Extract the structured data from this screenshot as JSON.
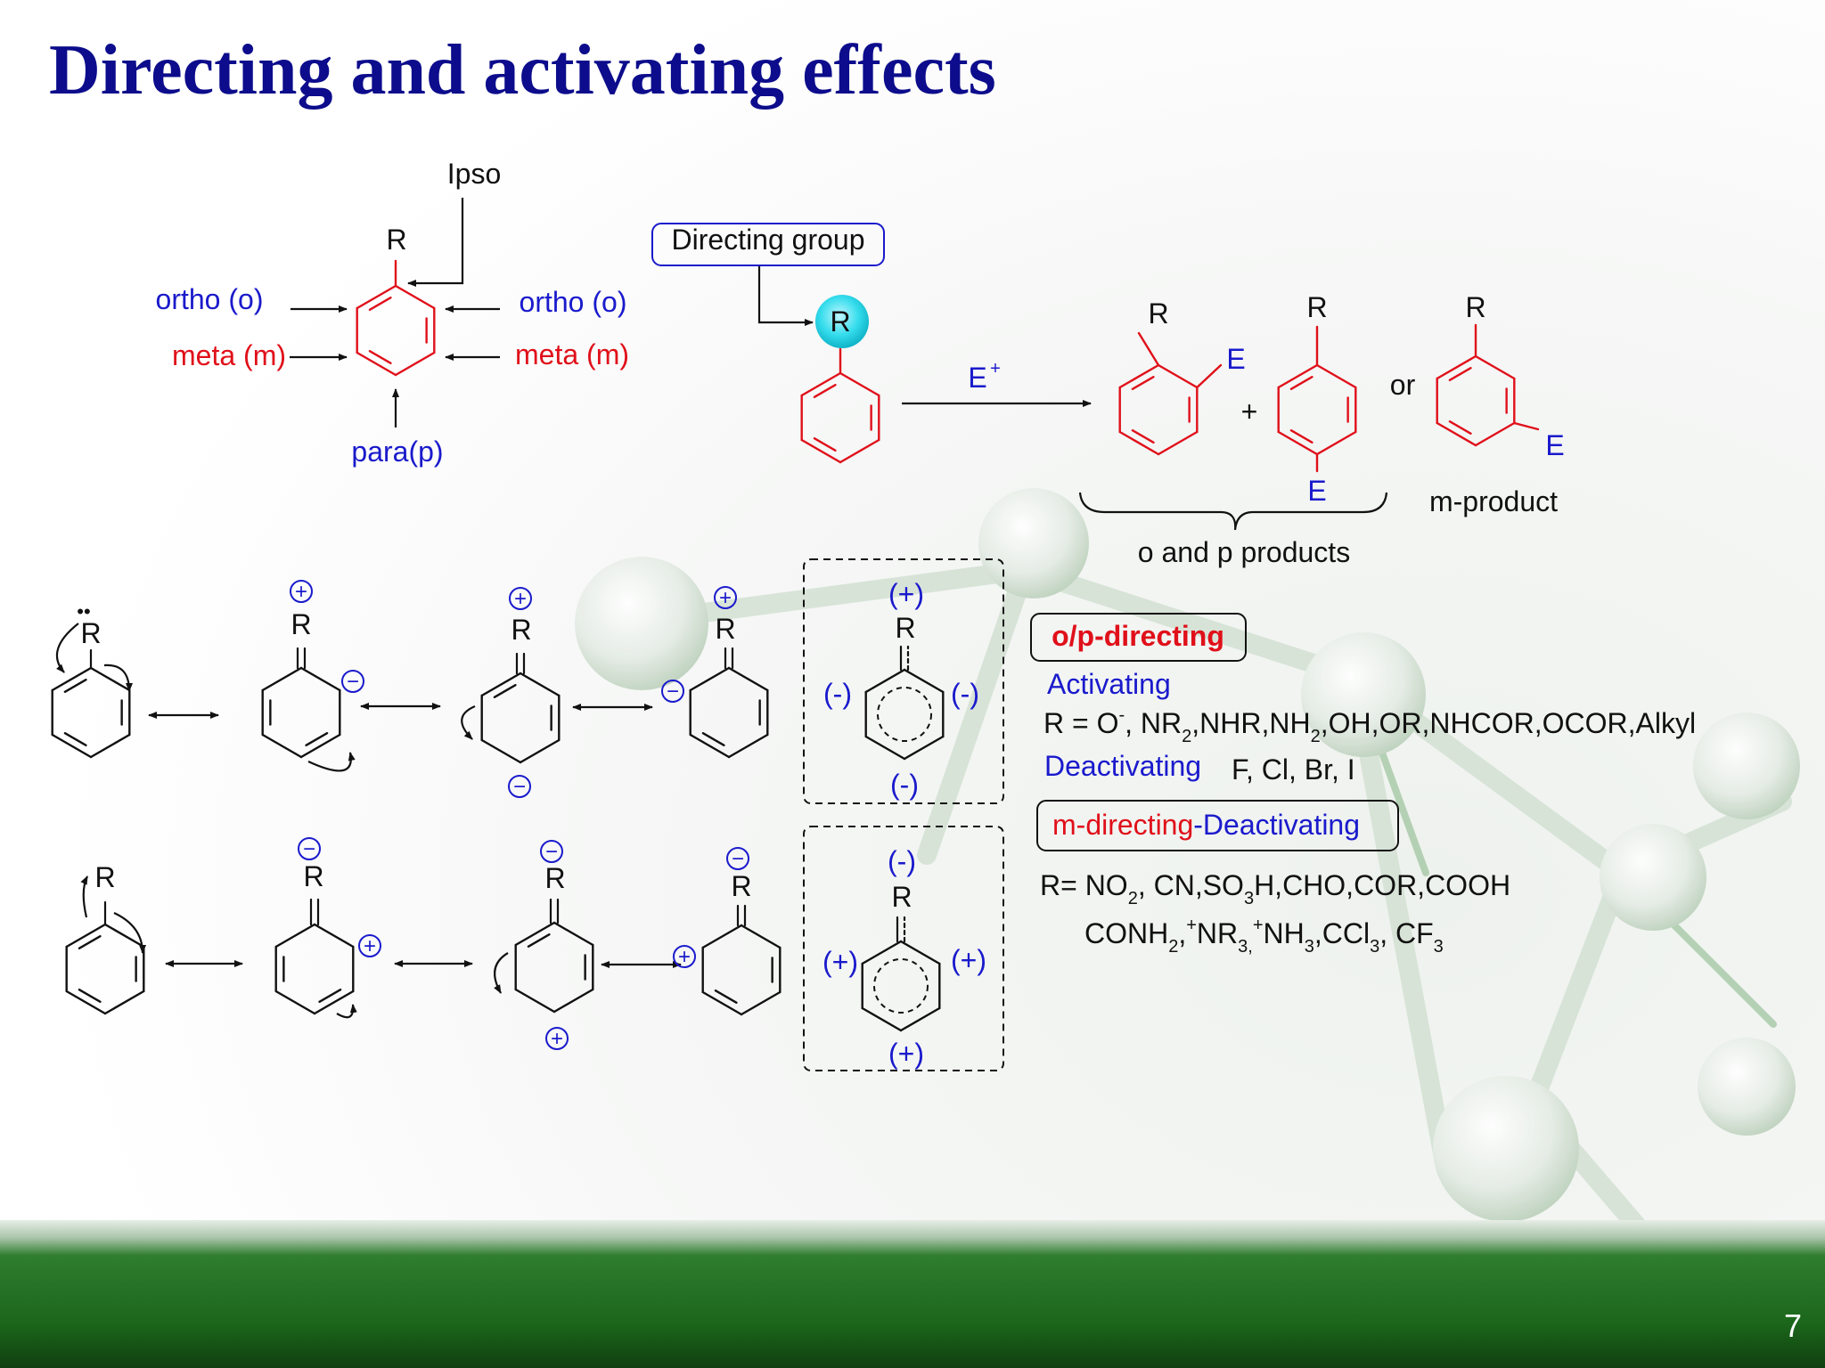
{
  "slide": {
    "title": "Directing and activating effects",
    "page_number": "7"
  },
  "positions_diagram": {
    "ipso": "Ipso",
    "substituent": "R",
    "ortho_left": "ortho (o)",
    "ortho_right": "ortho (o)",
    "meta_left": "meta (m)",
    "meta_right": "meta (m)",
    "para": "para(p)"
  },
  "reaction_scheme": {
    "directing_group": "Directing group",
    "substituent": "R",
    "electrophile": "E",
    "electrophile_charge": "+",
    "product_substituent": "R",
    "product_electrophile": "E",
    "plus": "+",
    "or": "or",
    "op_products": "o and p products",
    "m_product": "m-product"
  },
  "resonance": {
    "lone_pair": "••",
    "substituent": "R",
    "plus_symbol": "+",
    "minus_symbol": "−",
    "partial_plus": "(+)",
    "partial_minus": "(-)"
  },
  "groups": {
    "op_title": "o/p-directing",
    "activating_label": "Activating",
    "activating_prefix": "R = O",
    "activating_sup": "-",
    "activating_mid1": ", NR",
    "sub2": "2",
    "activating_mid2": ",NHR,NH",
    "activating_rest": ",OH,OR,NHCOR,OCOR,Alkyl",
    "deactivating_label": "Deactivating",
    "halogens": "F,  Cl, Br, I",
    "m_title_part1": "m-directing",
    "m_title_part2": "-Deactivating",
    "m_line1_a": "R= NO",
    "m_line1_b": ", CN,SO",
    "sub3": "3",
    "m_line1_c": "H,CHO,COR,COOH",
    "m_line2_a": "CONH",
    "m_line2_b": ",",
    "m_sup_plus": "+",
    "m_line2_c": "NR",
    "m_line2_d": "NH",
    "m_line2_e": ",CCl",
    "m_line2_f": ", CF",
    "m_comma_sub": ","
  },
  "colors": {
    "title": "#0c0c8c",
    "blue": "#1a1acc",
    "red": "#e0101a",
    "cyan": "#22d6e6",
    "footer_green": "#1a6e1a",
    "text": "#111111"
  }
}
